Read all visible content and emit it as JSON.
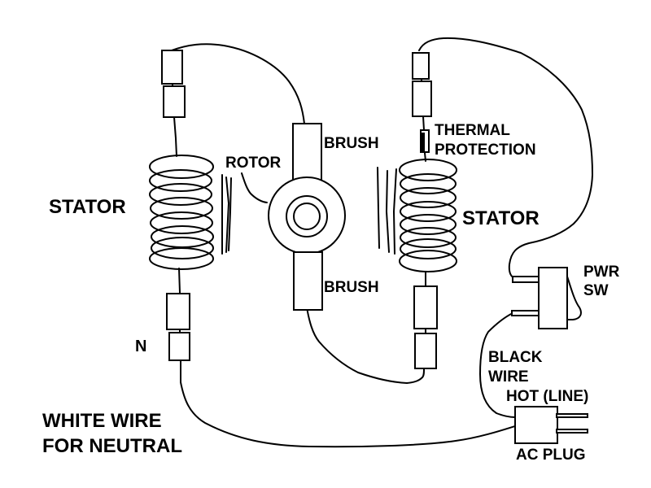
{
  "diagram": {
    "title": "Universal motor wiring diagram",
    "labels": {
      "stator_left": "STATOR",
      "stator_right": "STATOR",
      "rotor": "ROTOR",
      "brush_top": "BRUSH",
      "brush_bottom": "BRUSH",
      "thermal_line1": "THERMAL",
      "thermal_line2": "PROTECTION",
      "pwr_line1": "PWR",
      "pwr_line2": "SW",
      "neutral": "N",
      "white_wire_line1": "WHITE WIRE",
      "white_wire_line2": "FOR NEUTRAL",
      "black_wire_line1": "BLACK",
      "black_wire_line2": "WIRE",
      "hot_line": "HOT (LINE)",
      "ac_plug": "AC PLUG"
    },
    "components": [
      {
        "id": "stator-left",
        "type": "coil",
        "label": "STATOR"
      },
      {
        "id": "stator-right",
        "type": "coil",
        "label": "STATOR"
      },
      {
        "id": "rotor",
        "type": "armature",
        "label": "ROTOR"
      },
      {
        "id": "brush-top",
        "type": "brush",
        "label": "BRUSH"
      },
      {
        "id": "brush-bottom",
        "type": "brush",
        "label": "BRUSH"
      },
      {
        "id": "thermal-protector",
        "type": "fuse",
        "label": "THERMAL PROTECTION"
      },
      {
        "id": "power-switch",
        "type": "switch",
        "label": "PWR SW"
      },
      {
        "id": "ac-plug",
        "type": "plug",
        "label": "AC PLUG"
      }
    ],
    "colors": {
      "stroke": "#000000",
      "background": "#ffffff"
    }
  }
}
